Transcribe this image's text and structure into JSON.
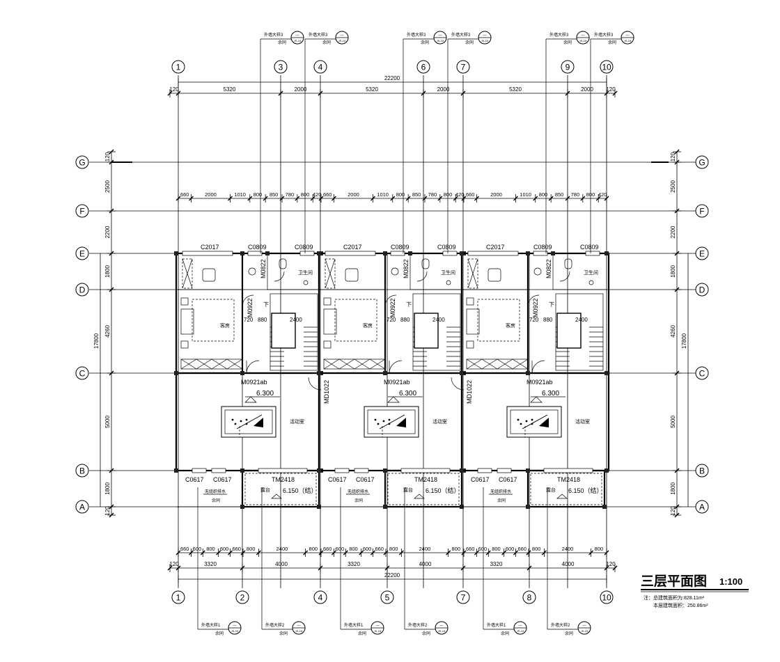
{
  "title": "三层平面图",
  "scale": "1:100",
  "note_line1": "注：总建筑面积为:828.11m²",
  "note_line2": "本层建筑面积：250.86m²",
  "axis_top": [
    "1",
    "3",
    "4",
    "6",
    "7",
    "9",
    "10"
  ],
  "axis_bottom": [
    "1",
    "2",
    "4",
    "5",
    "7",
    "8",
    "10"
  ],
  "axis_rows": [
    "G",
    "F",
    "E",
    "D",
    "C",
    "B",
    "A"
  ],
  "dim_top_total": "22200",
  "dim_top_segments": [
    "120",
    "5320",
    "2000",
    "5320",
    "2000",
    "5320",
    "2000",
    "120"
  ],
  "dim_top_detail": [
    "660",
    "2000",
    "1010",
    "800",
    "850",
    "780",
    "800",
    "420",
    "660",
    "2000",
    "1010",
    "800",
    "850",
    "780",
    "800",
    "420",
    "660",
    "2000",
    "1010",
    "800",
    "850",
    "780",
    "800",
    "420"
  ],
  "dim_bottom_total": "22200",
  "dim_bottom_segments": [
    "120",
    "3320",
    "4000",
    "3320",
    "4000",
    "3320",
    "4000",
    "120"
  ],
  "dim_bottom_detail": [
    "660",
    "600",
    "800",
    "600",
    "660",
    "800",
    "2400",
    "800",
    "660",
    "600",
    "800",
    "600",
    "660",
    "800",
    "2400",
    "800",
    "660",
    "600",
    "800",
    "600",
    "660",
    "800",
    "2400",
    "800"
  ],
  "dim_side_total": "17800",
  "dim_side_segments": [
    "120",
    "2500",
    "2200",
    "1800",
    "4260",
    "5000",
    "1800",
    "120"
  ],
  "top_callout_main": "外墙大样3",
  "top_callout_sub": "余同",
  "bottom_callouts": [
    {
      "main": "外墙大样1",
      "sub": "余同"
    },
    {
      "main": "外墙大样2",
      "sub": "余同"
    }
  ],
  "callout_ref": "JS-15",
  "units": [
    {
      "window_big": "C2017",
      "window_small_1": "C0809",
      "window_small_2": "C0809",
      "bath_label": "卫生间",
      "bath_door": "M0822",
      "bed_door": "M0922",
      "bedroom": "客房",
      "stair_down": "下",
      "stair_d1": "720",
      "stair_d2": "880",
      "stair_d3": "2400",
      "door_ab": "M0921ab",
      "door_d": "MD1022",
      "elev": "6.300",
      "activity": "活动室",
      "win_b1": "C0617",
      "win_b2": "C0617",
      "door_tm": "TM2418",
      "terrace": "露台",
      "terrace_elev": "6.150（结）",
      "balcony_note": "无组织排水",
      "balcony_sub": "余同"
    },
    {
      "window_big": "C2017",
      "window_small_1": "C0809",
      "window_small_2": "C0809",
      "bath_label": "卫生间",
      "bath_door": "M0822",
      "bed_door": "M0922",
      "bedroom": "客房",
      "stair_down": "下",
      "stair_d1": "720",
      "stair_d2": "880",
      "stair_d3": "2400",
      "door_ab": "M0921ab",
      "door_d": "MD1022",
      "elev": "6.300",
      "activity": "活动室",
      "win_b1": "C0617",
      "win_b2": "C0617",
      "door_tm": "TM2418",
      "terrace": "露台",
      "terrace_elev": "6.150（结）",
      "balcony_note": "无组织排水",
      "balcony_sub": "余同"
    },
    {
      "window_big": "C2017",
      "window_small_1": "C0809",
      "window_small_2": "C0809",
      "bath_label": "卫生间",
      "bath_door": "M0822",
      "bed_door": "M0922",
      "bedroom": "客房",
      "stair_down": "下",
      "stair_d1": "720",
      "stair_d2": "880",
      "stair_d3": "2400",
      "door_ab": "M0921ab",
      "door_d": "",
      "elev": "6.300",
      "activity": "活动室",
      "win_b1": "C0617",
      "win_b2": "C0617",
      "door_tm": "TM2418",
      "terrace": "露台",
      "terrace_elev": "6.150（结）",
      "balcony_note": "无组织排水",
      "balcony_sub": "余同"
    }
  ]
}
